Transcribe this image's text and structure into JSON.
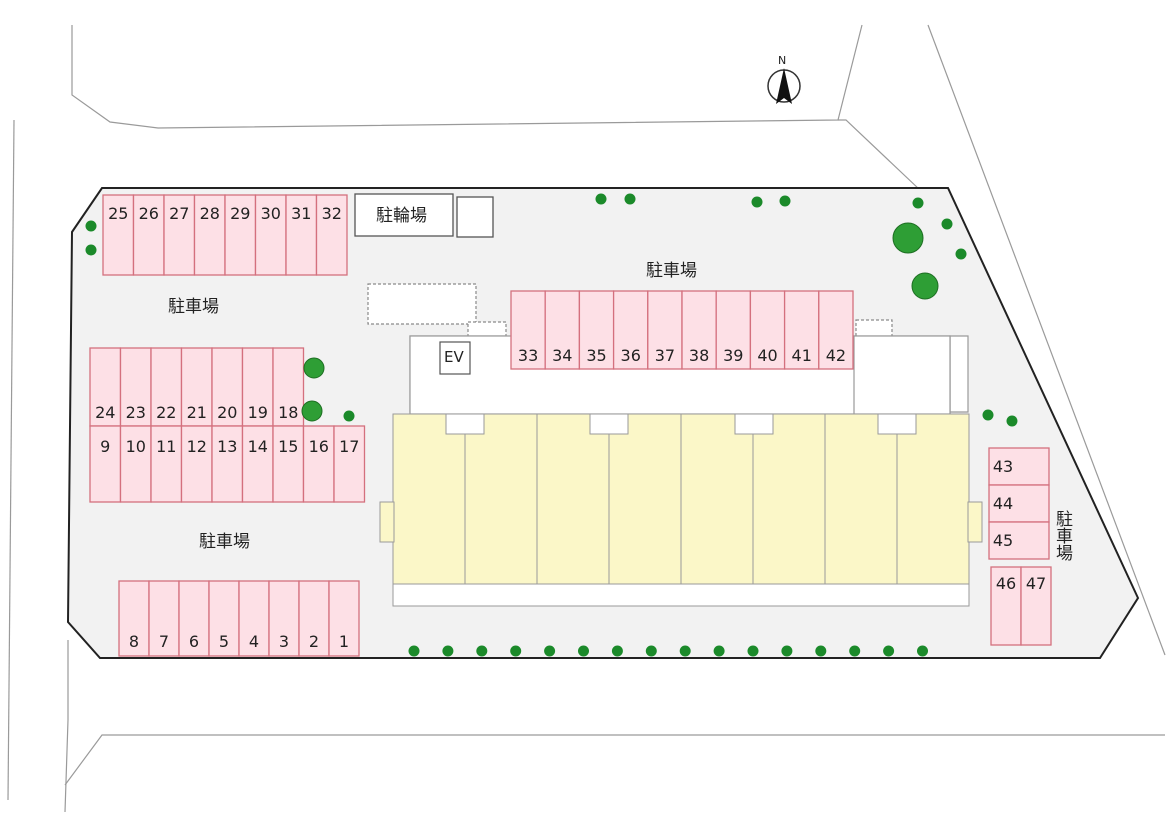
{
  "map": {
    "north_label": "N",
    "bicycle_parking_label": "駐輪場",
    "elevator_label": "EV",
    "parking_labels": {
      "northwest": "駐車場",
      "north": "駐車場",
      "southwest": "駐車場",
      "east": "駐車場"
    },
    "colors": {
      "stall_fill": "#fde0e6",
      "stall_stroke": "#d4707e",
      "building": "#fbf7c8",
      "lot": "#f2f2f2",
      "tree": "#1b8a2a"
    },
    "stalls": {
      "row_top_left": [
        "25",
        "26",
        "27",
        "28",
        "29",
        "30",
        "31",
        "32"
      ],
      "row_center_top": [
        "33",
        "34",
        "35",
        "36",
        "37",
        "38",
        "39",
        "40",
        "41",
        "42"
      ],
      "row_left_upper": [
        "24",
        "23",
        "22",
        "21",
        "20",
        "19",
        "18"
      ],
      "row_left_lower": [
        "9",
        "10",
        "11",
        "12",
        "13",
        "14",
        "15",
        "16",
        "17"
      ],
      "row_bottom": [
        "8",
        "7",
        "6",
        "5",
        "4",
        "3",
        "2",
        "1"
      ],
      "col_right": [
        "43",
        "44",
        "45"
      ],
      "row_right_bottom": [
        "46",
        "47"
      ]
    }
  }
}
